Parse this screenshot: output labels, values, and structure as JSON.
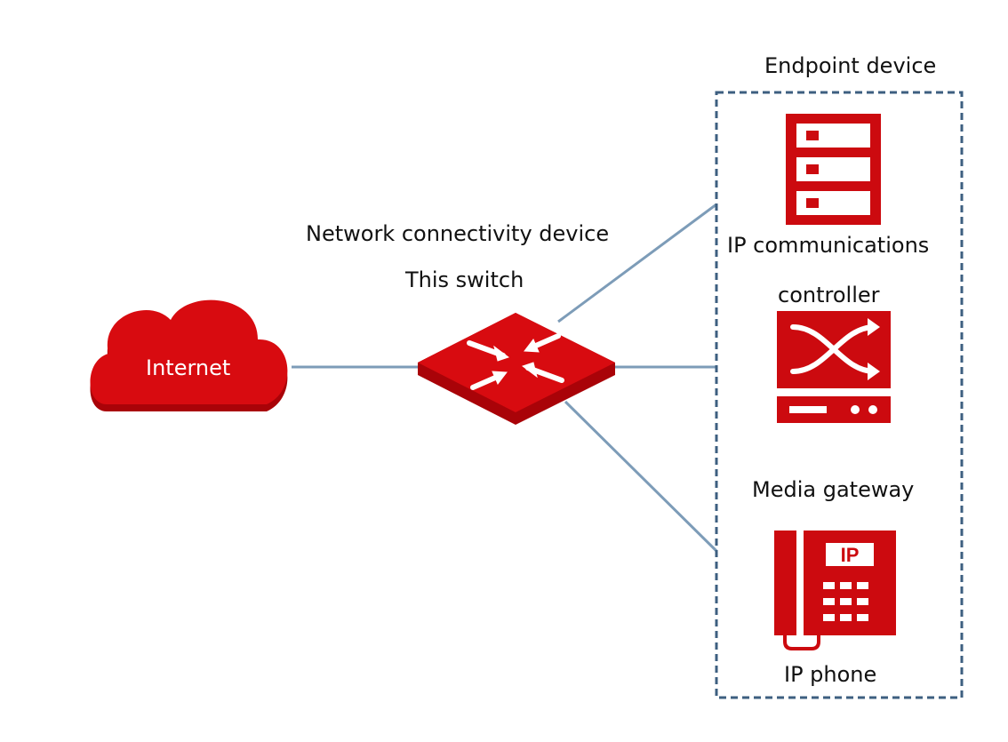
{
  "diagram": {
    "internet": {
      "label": "Internet"
    },
    "switch": {
      "title": "Network connectivity device",
      "subtitle": "This switch"
    },
    "endpoints": {
      "title": "Endpoint device",
      "server_label_line1": "IP communications",
      "server_label_line2": "controller",
      "gateway_label": "Media gateway",
      "phone_label": "IP phone",
      "phone_badge": "IP"
    }
  },
  "colors": {
    "primary_red": "#cc0a0f",
    "dark_red": "#a90308",
    "link": "#7d9cb8",
    "box_border": "#3d5f80",
    "text": "#111111"
  },
  "icons": [
    "cloud-icon",
    "switch-icon",
    "server-icon",
    "media-gateway-icon",
    "ip-phone-icon"
  ]
}
